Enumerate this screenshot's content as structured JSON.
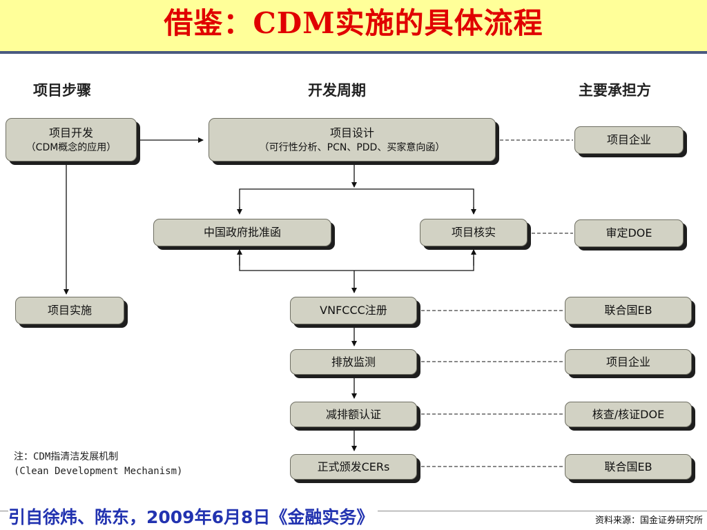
{
  "title": "借鉴：CDM实施的具体流程",
  "columns": {
    "steps": "项目步骤",
    "cycle": "开发周期",
    "party": "主要承担方"
  },
  "boxes": {
    "dev_title": "项目开发",
    "dev_sub": "（CDM概念的应用）",
    "design_title": "项目设计",
    "design_sub": "（可行性分析、PCN、PDD、买家意向函）",
    "gov": "中国政府批准函",
    "verify": "项目核实",
    "implement": "项目实施",
    "register": "VNFCCC注册",
    "monitor": "排放监测",
    "certify": "减排额认证",
    "issue": "正式颁发CERs"
  },
  "parties": {
    "design": "项目企业",
    "verify": "审定DOE",
    "register": "联合国EB",
    "monitor": "项目企业",
    "certify": "核查/核证DOE",
    "issue": "联合国EB"
  },
  "note": {
    "line1": "注：CDM指清洁发展机制",
    "line2": "(Clean Development Mechanism)"
  },
  "citation": "引自徐炜、陈东，2009年6月8日《金融实务》",
  "source": "资料来源：国金证券研究所"
}
